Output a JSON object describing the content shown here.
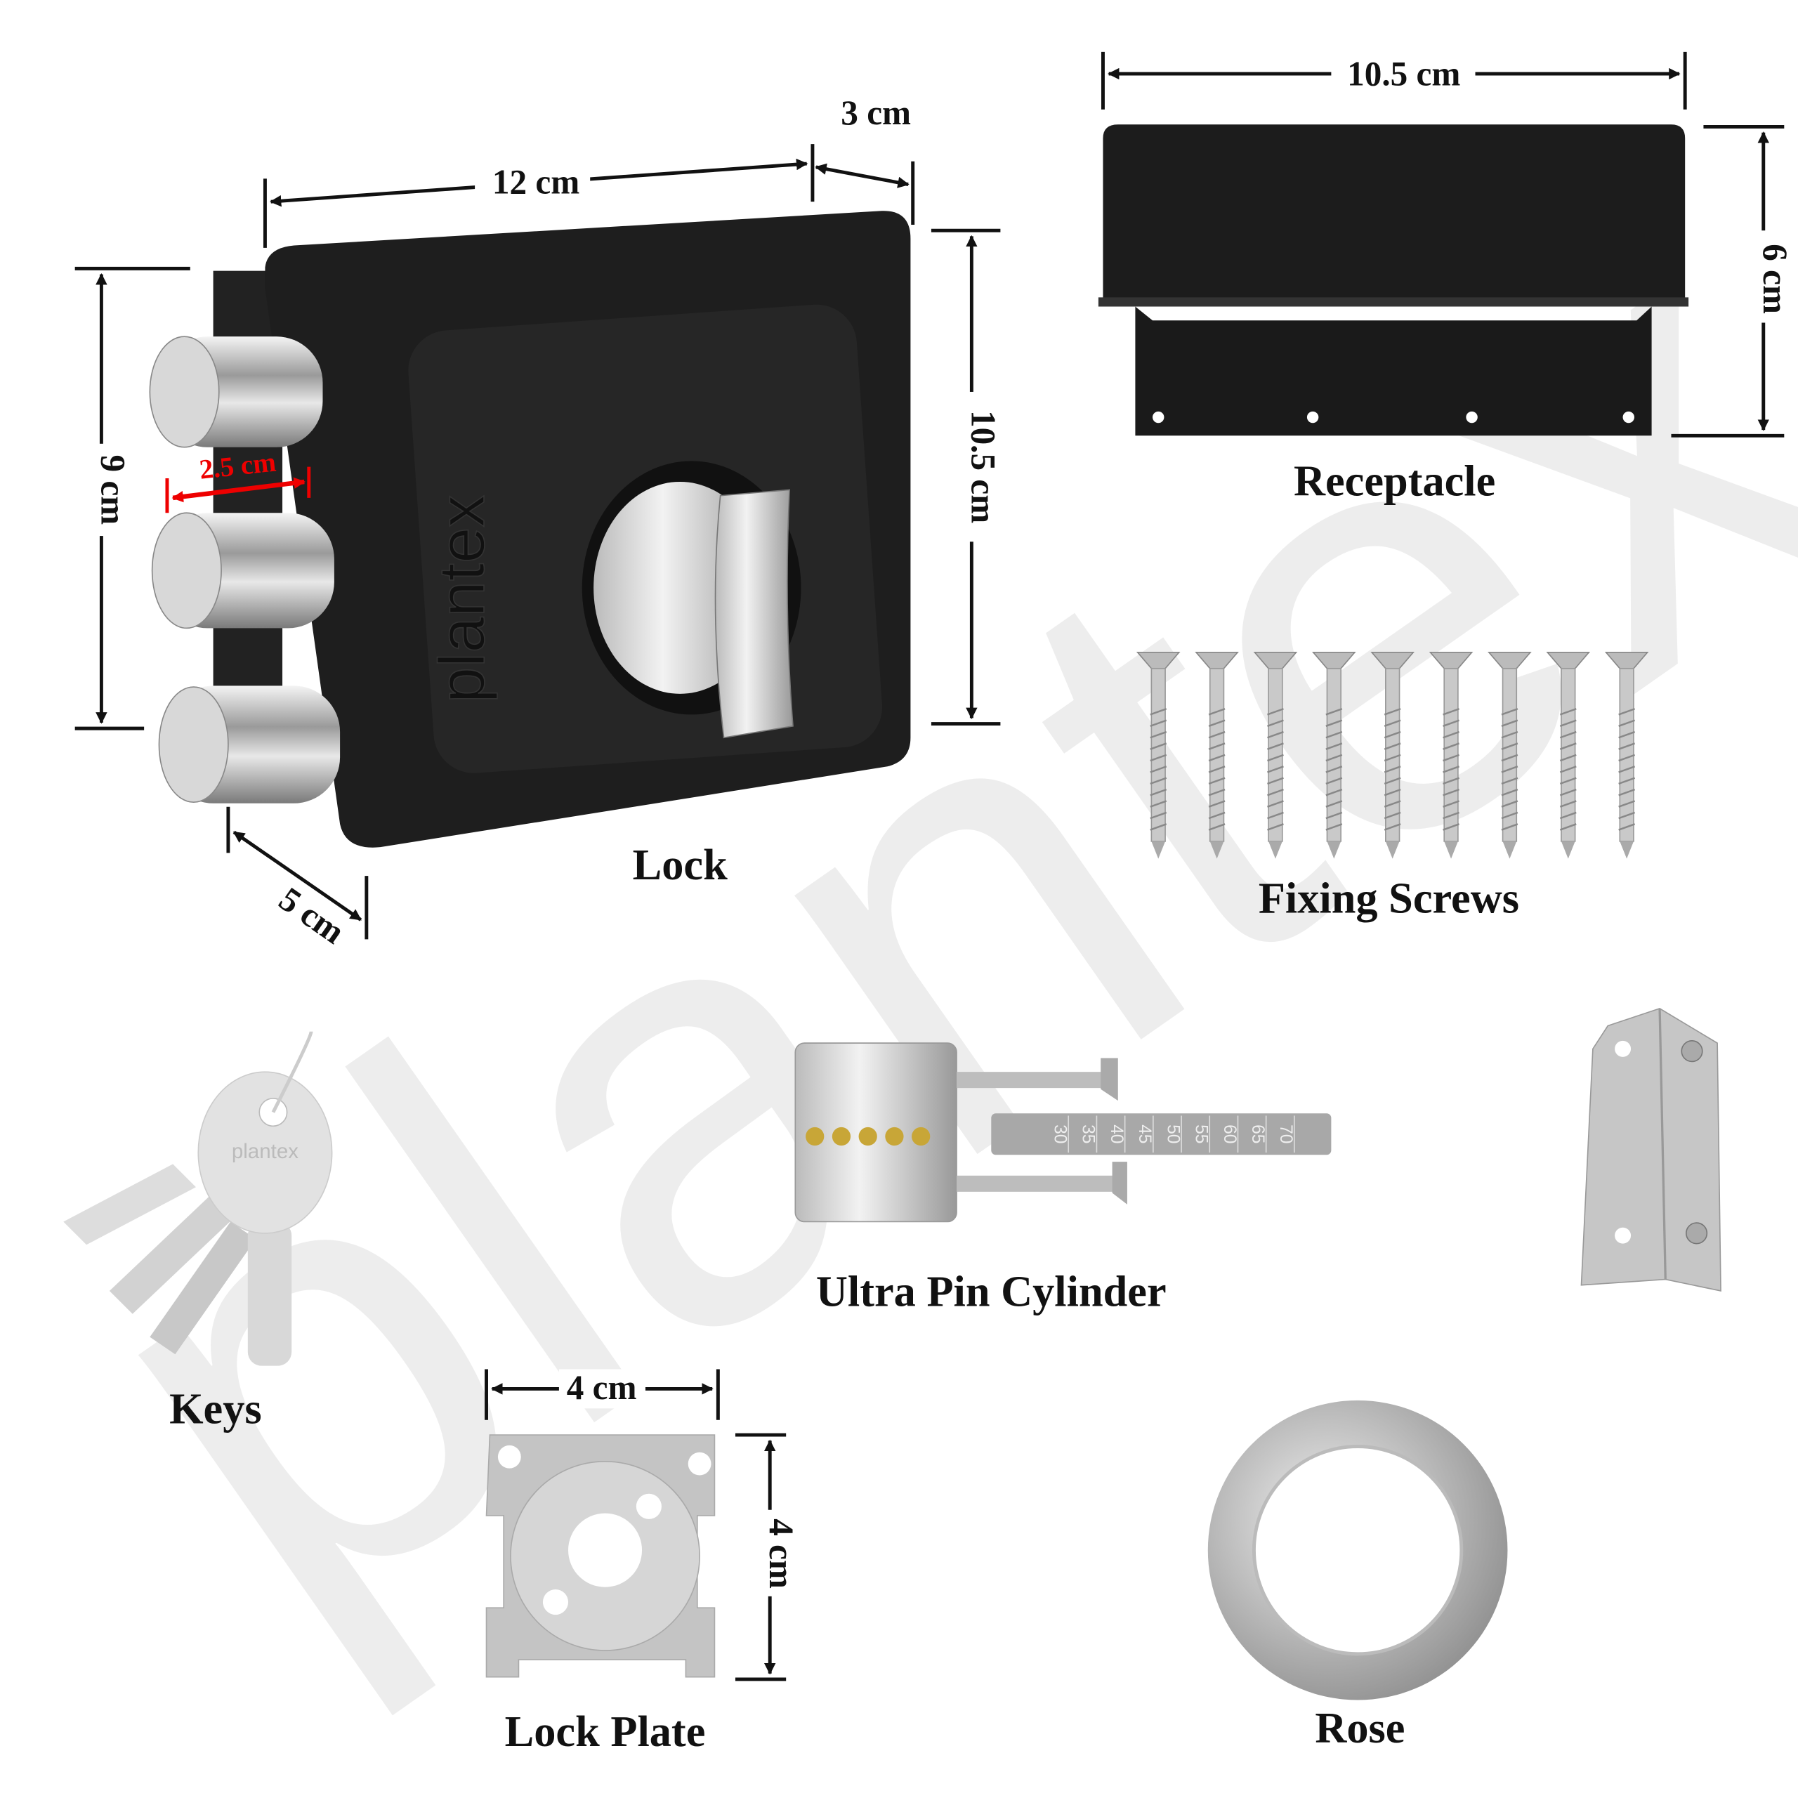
{
  "brand": "plantex",
  "colors": {
    "lock_body": "#1e1e1e",
    "chrome": "#c8c8c8",
    "dimension_accent": "#e00000",
    "watermark": "#ececec"
  },
  "lock": {
    "label": "Lock",
    "dim_width": "12 cm",
    "dim_depth_top": "3 cm",
    "dim_height": "10.5 cm",
    "dim_bolts_span": "9 cm",
    "dim_bolt_length": "2.5 cm",
    "dim_depth": "5 cm",
    "brand_mark": "plantex"
  },
  "receptacle": {
    "label": "Receptacle",
    "dim_width": "10.5 cm",
    "dim_height": "6 cm"
  },
  "screws": {
    "label": "Fixing Screws",
    "count": 9
  },
  "cylinder": {
    "label": "Ultra Pin Cylinder",
    "scale": [
      "30",
      "35",
      "40",
      "45",
      "50",
      "55",
      "60",
      "65",
      "70"
    ]
  },
  "keys": {
    "label": "Keys",
    "key_brand": "plantex"
  },
  "lock_plate": {
    "label": "Lock Plate",
    "dim_width": "4 cm",
    "dim_height": "4 cm"
  },
  "rose": {
    "label": "Rose"
  }
}
